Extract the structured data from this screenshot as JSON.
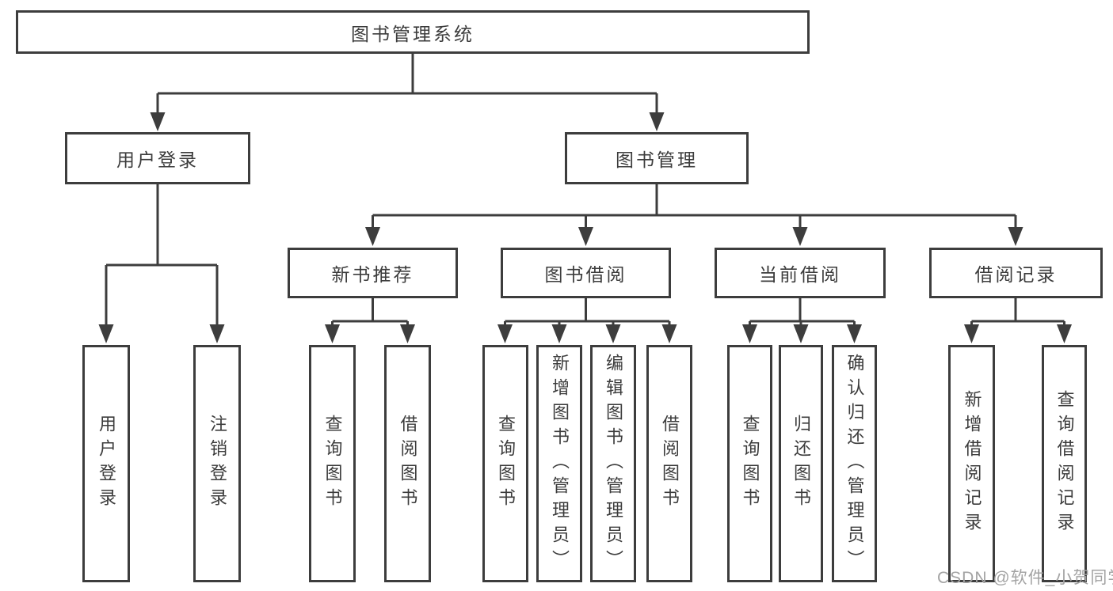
{
  "tree": {
    "label": "图书管理系统",
    "children": [
      {
        "label": "用户登录",
        "children": [
          {
            "label": "用户登录"
          },
          {
            "label": "注销登录"
          }
        ]
      },
      {
        "label": "图书管理",
        "children": [
          {
            "label": "新书推荐",
            "children": [
              {
                "label": "查询图书"
              },
              {
                "label": "借阅图书"
              }
            ]
          },
          {
            "label": "图书借阅",
            "children": [
              {
                "label": "查询图书"
              },
              {
                "label": "新增图书（管理员）"
              },
              {
                "label": "编辑图书（管理员）"
              },
              {
                "label": "借阅图书"
              }
            ]
          },
          {
            "label": "当前借阅",
            "children": [
              {
                "label": "查询图书"
              },
              {
                "label": "归还图书"
              },
              {
                "label": "确认归还（管理员）"
              }
            ]
          },
          {
            "label": "借阅记录",
            "children": [
              {
                "label": "新增借阅记录"
              },
              {
                "label": "查询借阅记录"
              }
            ]
          }
        ]
      }
    ]
  },
  "watermark": "CSDN @软件_小贺同学",
  "colors": {
    "line": "#3d3d3d",
    "text": "#3c3c3c",
    "watermark": "#a3a3a3",
    "background": "#ffffff"
  }
}
